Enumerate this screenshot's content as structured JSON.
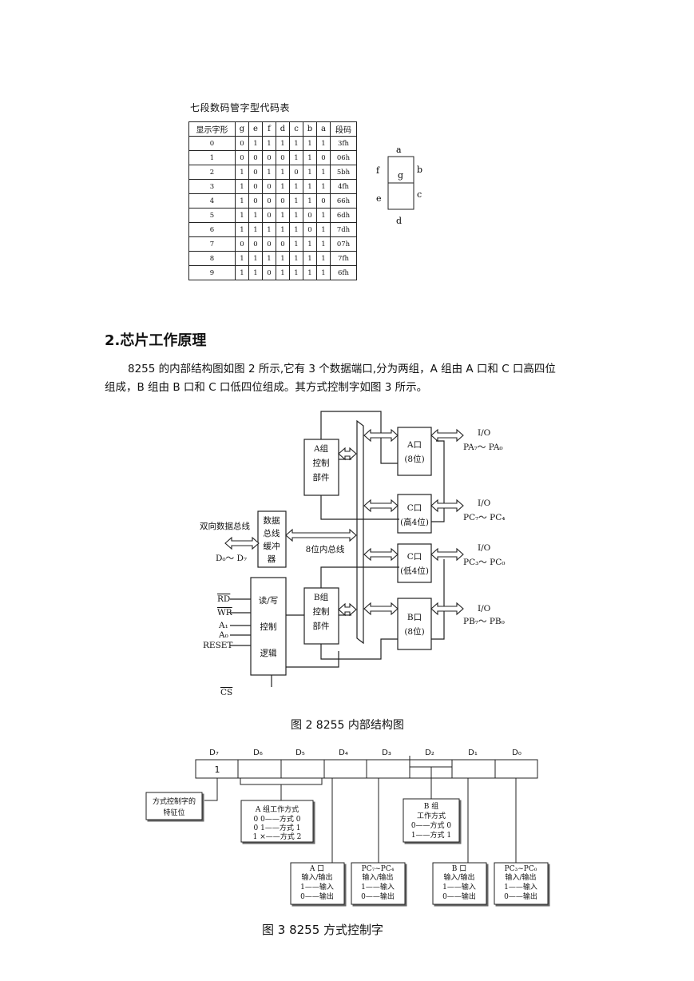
{
  "seg_table": {
    "title": "七段数码管字型代码表",
    "headers": [
      "显示字形",
      "g",
      "e",
      "f",
      "d",
      "c",
      "b",
      "a",
      "段码"
    ],
    "rows": [
      [
        "0",
        "0",
        "1",
        "1",
        "1",
        "1",
        "1",
        "1",
        "3fh"
      ],
      [
        "1",
        "0",
        "0",
        "0",
        "0",
        "1",
        "1",
        "0",
        "06h"
      ],
      [
        "2",
        "1",
        "0",
        "1",
        "1",
        "0",
        "1",
        "1",
        "5bh"
      ],
      [
        "3",
        "1",
        "0",
        "0",
        "1",
        "1",
        "1",
        "1",
        "4fh"
      ],
      [
        "4",
        "1",
        "0",
        "0",
        "0",
        "1",
        "1",
        "0",
        "66h"
      ],
      [
        "5",
        "1",
        "1",
        "0",
        "1",
        "1",
        "0",
        "1",
        "6dh"
      ],
      [
        "6",
        "1",
        "1",
        "1",
        "1",
        "1",
        "0",
        "1",
        "7dh"
      ],
      [
        "7",
        "0",
        "0",
        "0",
        "0",
        "1",
        "1",
        "1",
        "07h"
      ],
      [
        "8",
        "1",
        "1",
        "1",
        "1",
        "1",
        "1",
        "1",
        "7fh"
      ],
      [
        "9",
        "1",
        "1",
        "0",
        "1",
        "1",
        "1",
        "1",
        "6fh"
      ]
    ]
  },
  "seg_display": {
    "a": "a",
    "b": "b",
    "c": "c",
    "d": "d",
    "e": "e",
    "f": "f",
    "g": "g"
  },
  "section": {
    "heading": "2.芯片工作原理",
    "para_line1": "8255 的内部结构图如图 2 所示,它有 3 个数据端口,分为两组，A 组由 A 口和 C 口高四位",
    "para_line2": "组成，B 组由 B 口和 C 口低四位组成。其方式控制字如图 3 所示。"
  },
  "fig2": {
    "caption": "图 2 8255 内部结构图",
    "a_ctrl": [
      "A组",
      "控制",
      "部件"
    ],
    "b_ctrl": [
      "B组",
      "控制",
      "部件"
    ],
    "buffer": [
      "数据",
      "总线",
      "缓冲",
      "器"
    ],
    "rw": [
      "读/写",
      "控制",
      "逻辑"
    ],
    "port_a": [
      "A口",
      "(8位)"
    ],
    "port_c_hi": [
      "C口",
      "(高4位)"
    ],
    "port_c_lo": [
      "C口",
      "(低4位)"
    ],
    "port_b": [
      "B口",
      "(8位)"
    ],
    "bus_label": "8位内总线",
    "data_bus": "双向数据总线",
    "d_range": "D₀～ D₇",
    "io": "I/O",
    "pa": "PA₇～ PA₀",
    "pc_hi": "PC₇～ PC₄",
    "pc_lo": "PC₃～ PC₀",
    "pb": "PB₇～ PB₀",
    "rd": "RD",
    "wr": "WR",
    "a1": "A₁",
    "a0": "A₀",
    "reset": "RESET",
    "cs": "CS"
  },
  "fig3": {
    "caption": "图 3 8255 方式控制字",
    "bits": [
      "D₇",
      "D₆",
      "D₅",
      "D₄",
      "D₃",
      "D₂",
      "D₁",
      "D₀"
    ],
    "d7_value": "1",
    "feature": [
      "方式控制字的",
      "特征位"
    ],
    "a_mode": [
      "A 组工作方式",
      "0    0——方式 0",
      "0    1——方式 1",
      "1    ×——方式 2"
    ],
    "b_mode": [
      "B 组",
      "工作方式",
      "0——方式 0",
      "1——方式 1"
    ],
    "port_a_box": [
      "A 口",
      "输入/输出",
      "1——输入",
      "0——输出"
    ],
    "pc_hi_box": [
      "PC₇~PC₄",
      "输入/输出",
      "1——输入",
      "0——输出"
    ],
    "port_b_box": [
      "B 口",
      "输入/输出",
      "1——输入",
      "0——输出"
    ],
    "pc_lo_box": [
      "PC₃~PC₀",
      "输入/输出",
      "1——输入",
      "0——输出"
    ]
  }
}
